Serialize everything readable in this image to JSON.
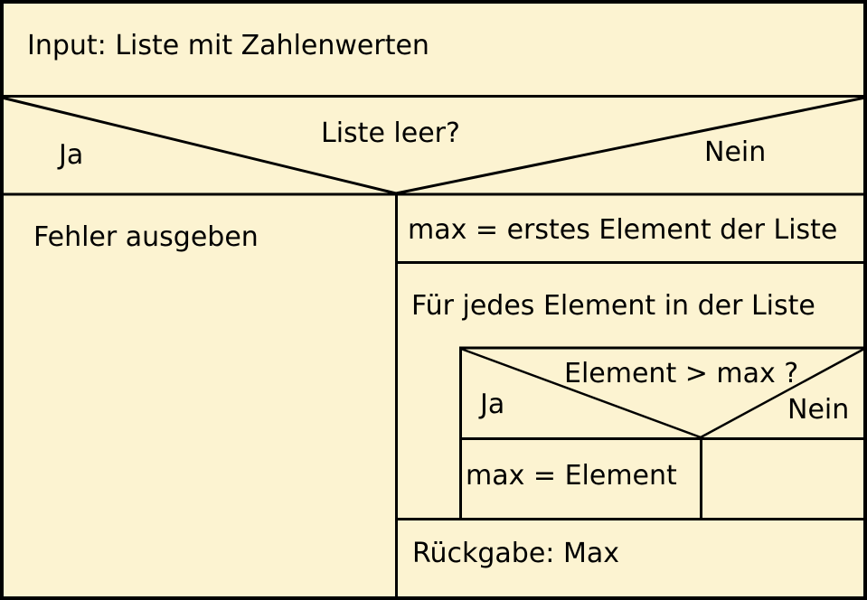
{
  "colors": {
    "background": "#FCF3D1",
    "line": "#000000",
    "text": "#000000"
  },
  "structogram": {
    "input": {
      "label": "Input: Liste mit Zahlenwerten"
    },
    "decision": {
      "condition": "Liste leer?",
      "yes_label": "Ja",
      "no_label": "Nein"
    },
    "yes_branch": {
      "error": {
        "label": "Fehler ausgeben"
      }
    },
    "no_branch": {
      "init": {
        "label": "max = erstes Element der Liste"
      },
      "loop": {
        "header": "Für jedes Element in der Liste",
        "decision": {
          "condition": "Element > max ?",
          "yes_label": "Ja",
          "no_label": "Nein"
        },
        "yes_branch": {
          "assign": {
            "label": "max = Element"
          }
        },
        "no_branch": {
          "label": ""
        }
      },
      "return": {
        "label": "Rückgabe: Max"
      }
    }
  }
}
